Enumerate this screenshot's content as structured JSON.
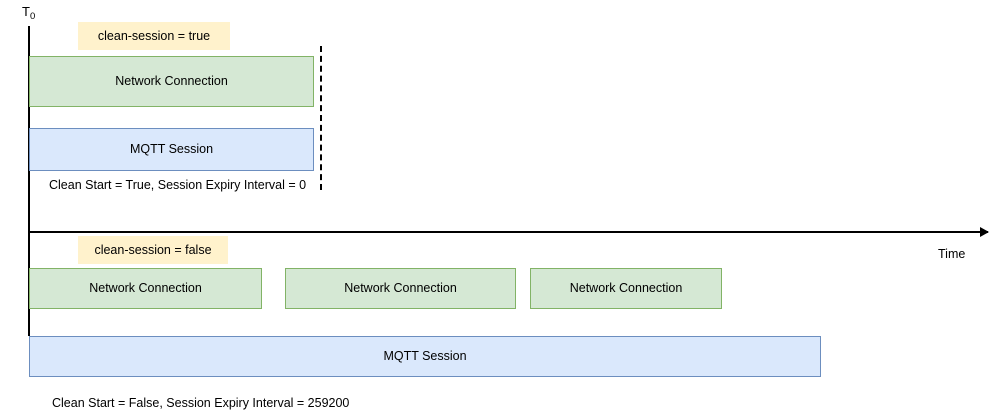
{
  "diagram": {
    "title_origin_label": "T",
    "title_origin_subscript": "0",
    "time_axis_label": "Time",
    "colors": {
      "network_connection_fill": "#d5e8d4",
      "network_connection_stroke": "#82b366",
      "mqtt_session_fill": "#dae8fc",
      "mqtt_session_stroke": "#6c8ebf",
      "annotation_fill": "#fff2cc",
      "axis_stroke": "#000000"
    },
    "scenarios": [
      {
        "id": "clean-session-true",
        "annotation": "clean-session = true",
        "network_connections": [
          {
            "label": "Network Connection"
          }
        ],
        "session": {
          "label": "MQTT Session"
        },
        "caption": "Clean Start = True, Session Expiry Interval = 0"
      },
      {
        "id": "clean-session-false",
        "annotation": "clean-session = false",
        "network_connections": [
          {
            "label": "Network Connection"
          },
          {
            "label": "Network Connection"
          },
          {
            "label": "Network Connection"
          }
        ],
        "session": {
          "label": "MQTT Session"
        },
        "caption": "Clean Start = False, Session Expiry Interval = 259200"
      }
    ]
  }
}
